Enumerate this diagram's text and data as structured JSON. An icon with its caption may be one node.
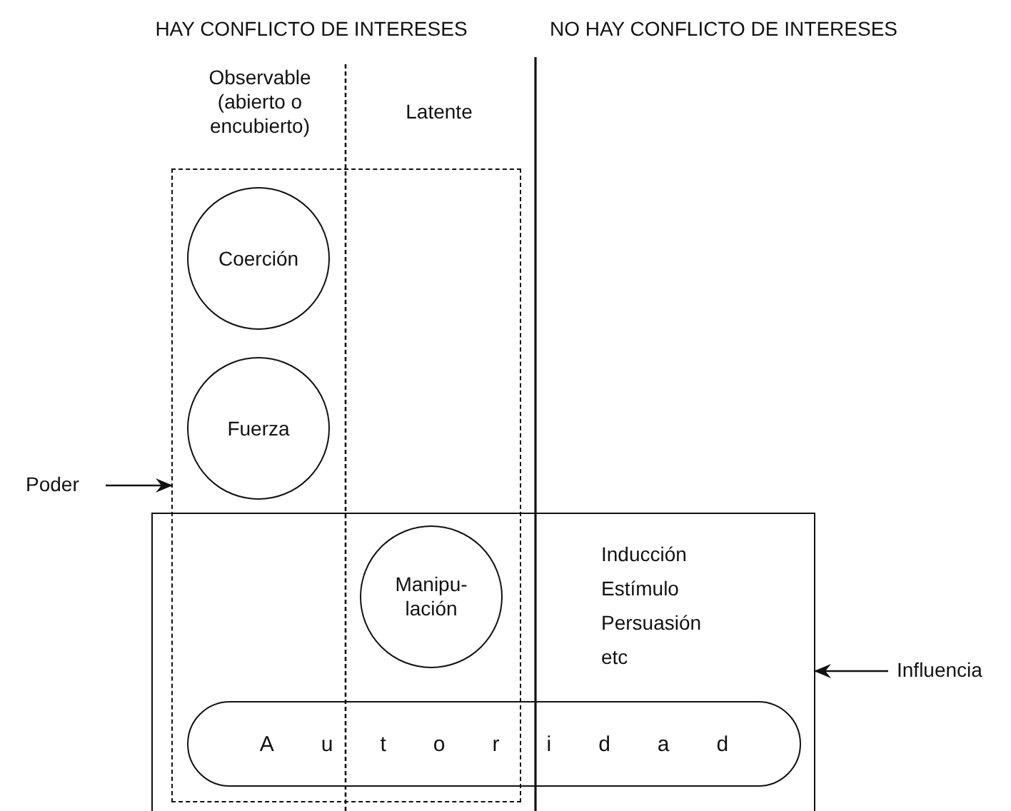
{
  "diagram": {
    "nodes": [
      {
        "text": [
          "Poder"
        ]
      },
      {
        "text": [],
        "shape": "box"
      },
      {
        "text": [
          "Coerción"
        ],
        "in": 1
      },
      {
        "text": [
          "Fuerza"
        ],
        "in": 1
      },
      {
        "text": [
          "Inducción Estímulo Persuasión etc"
        ]
      },
      {
        "text": [
          "Influencia"
        ]
      },
      {
        "text": [
          "Manipu- lación"
        ]
      },
      {
        "text": [
          "Autoridad"
        ],
        "in": 4
      }
    ],
    "edges": [
      {
        "from": 0,
        "to": 1,
        "arrow": "to"
      },
      {
        "from": 5,
        "to": 4,
        "arrow": "to"
      }
    ],
    "labels": [
      "HAY CONFLICTO DE INTERESES",
      "NO HAY CONFLICTO DE INTERESES",
      "Observable (abierto o encubierto)",
      "Latente"
    ]
  }
}
